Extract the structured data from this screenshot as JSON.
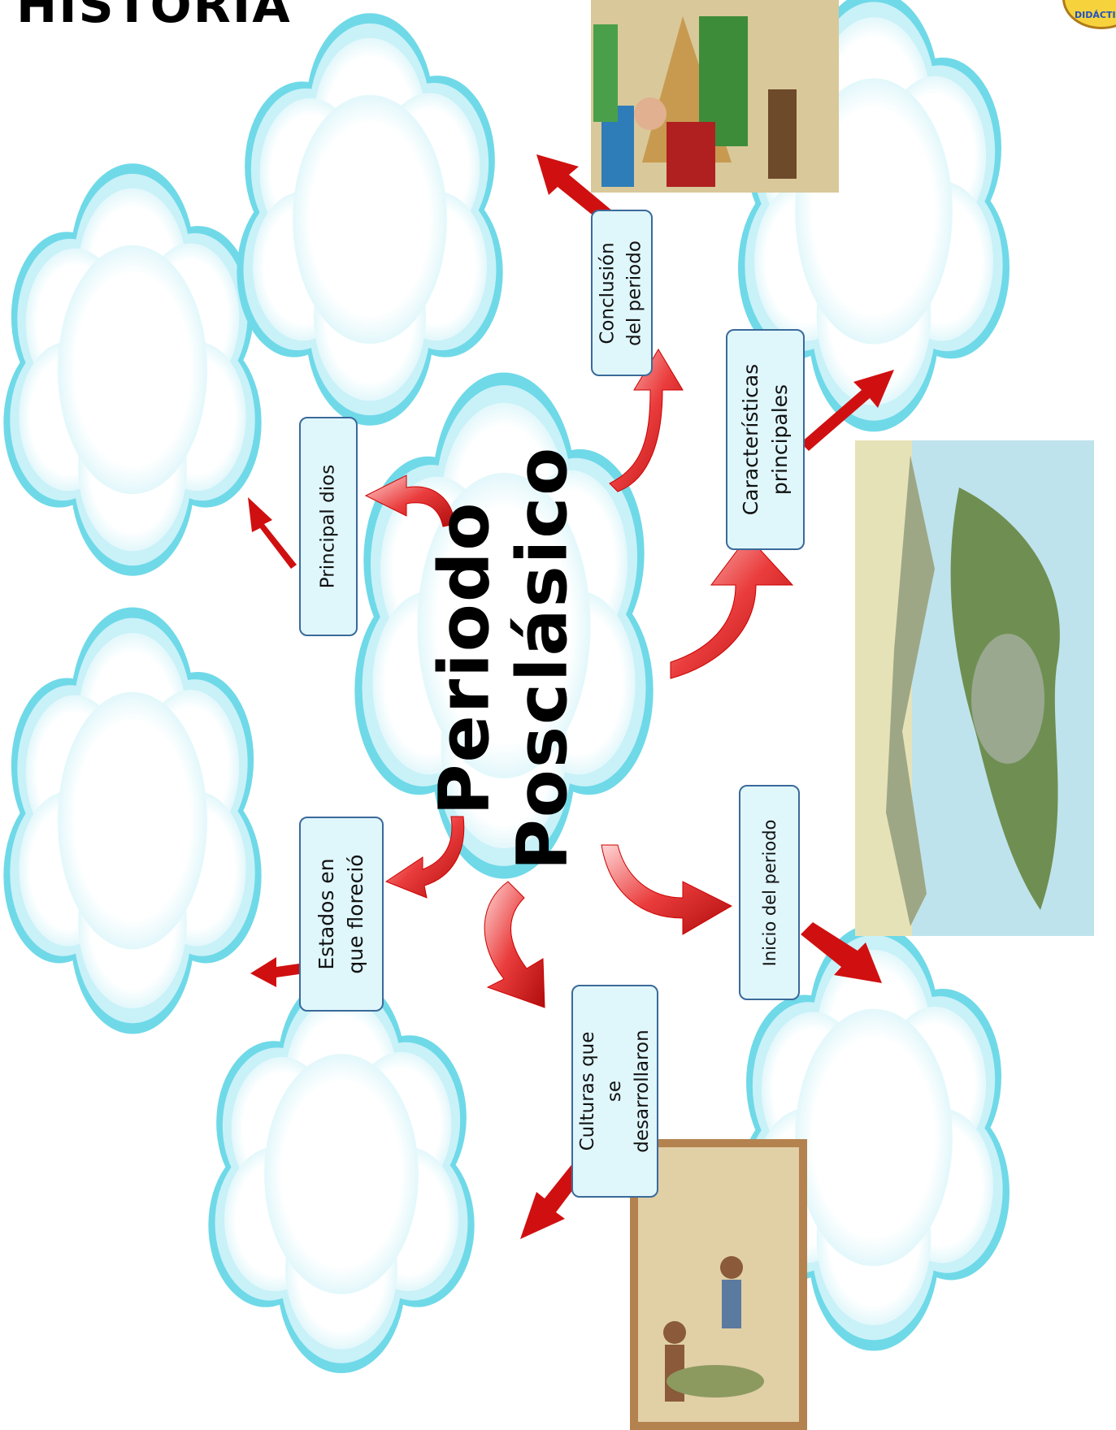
{
  "header": {
    "partial_title": "HISTORIA"
  },
  "badge": {
    "text": "DIDÁCTICO"
  },
  "center": {
    "line1": "Periodo",
    "line2": "Posclásico"
  },
  "labels": {
    "conclusion": [
      "Conclusión",
      "del periodo"
    ],
    "caracteristicas": [
      "Características",
      "principales"
    ],
    "principal_dios": [
      "Principal dios"
    ],
    "estados": [
      "Estados en",
      "que floreció"
    ],
    "culturas": [
      "Culturas  que",
      "se",
      "desarrollaron"
    ],
    "inicio": [
      "Inicio del periodo"
    ]
  },
  "colors": {
    "cloud_stroke": "#6fd9e8",
    "cloud_inner": "#c9f1f8",
    "label_fill": "#dff6fb",
    "label_border": "#3b6a9a",
    "arrow_red": "#e01a1a"
  }
}
